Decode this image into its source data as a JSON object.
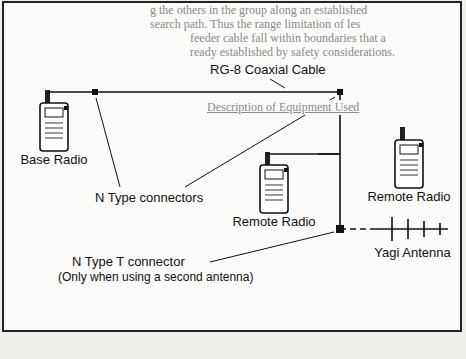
{
  "diagram": {
    "nodes": [
      {
        "text": [
          "Base Radio"
        ]
      },
      {
        "text": [
          "Remote Radio"
        ]
      },
      {
        "text": [
          "Remote Radio"
        ]
      },
      {
        "text": [
          "Yagi Antenna"
        ]
      }
    ],
    "edges": [
      {
        "from": 0,
        "to": 2,
        "arrow": "none"
      },
      {
        "from": 2,
        "to": 3,
        "arrow": "none"
      }
    ],
    "labels": [
      "g the others in the group along an established",
      "search path. Thus the range limitation of les",
      "feeder cable fall within boundaries that a",
      "ready established by safety considerations.",
      "Description of Equipment Used",
      "RG-8 Coaxial Cable",
      "N Type connectors",
      "N Type T connector",
      "(Only when using a second antenna)"
    ]
  }
}
